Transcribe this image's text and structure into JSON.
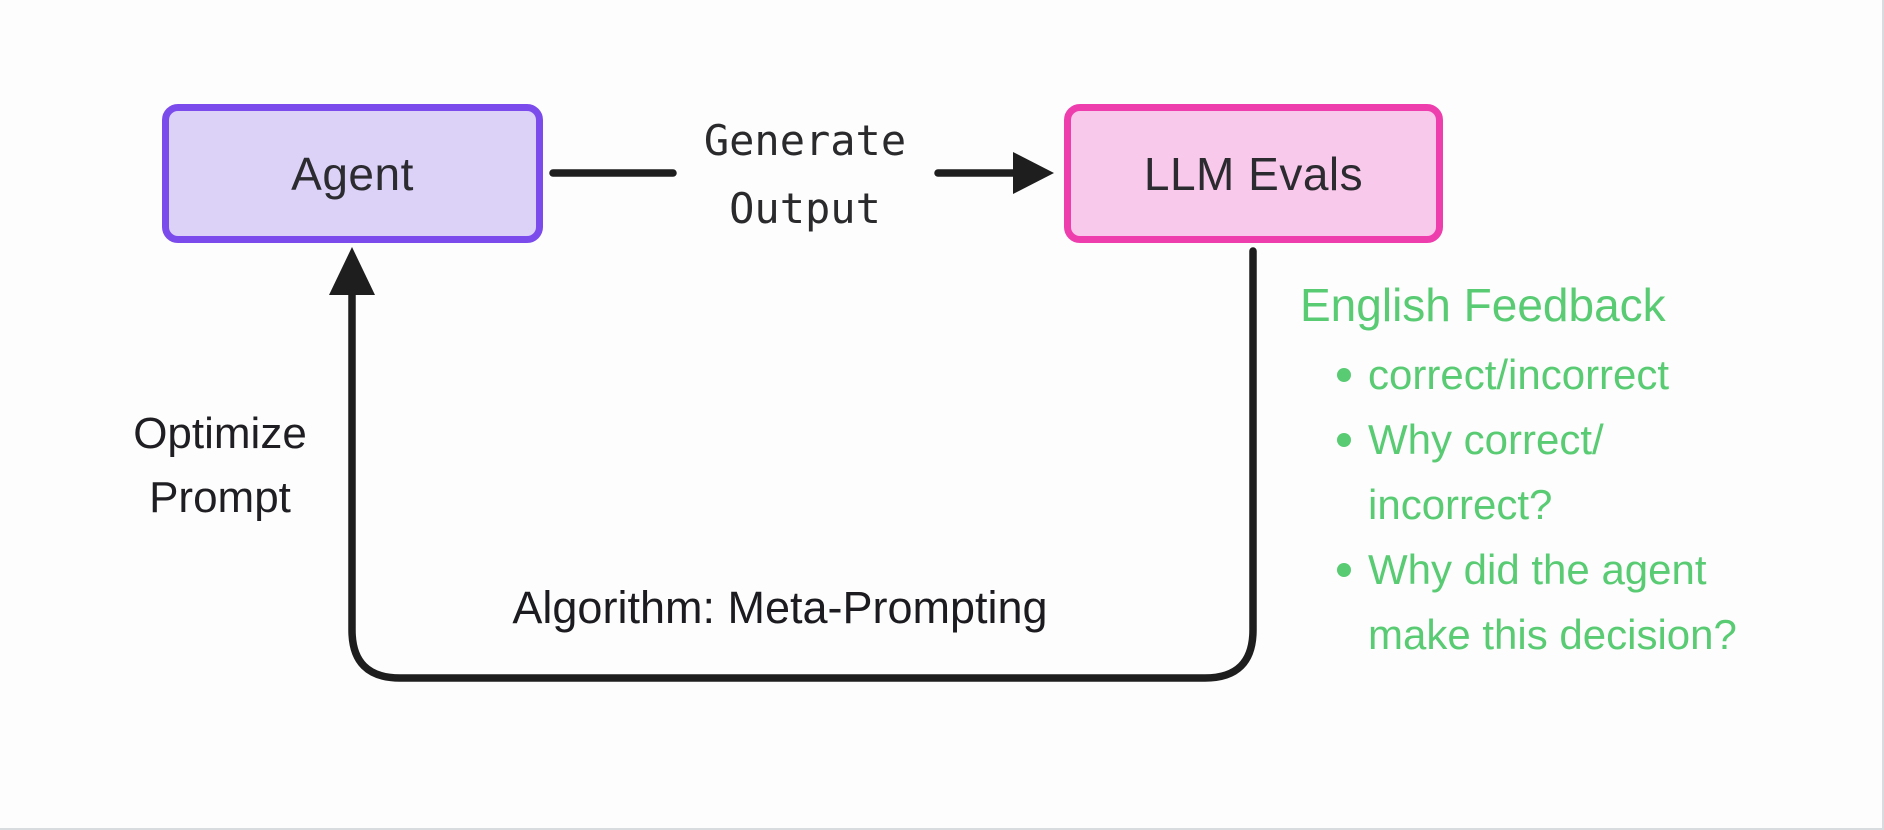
{
  "diagram": {
    "nodes": {
      "agent": {
        "label": "Agent",
        "border_color": "#7c4bec",
        "fill_color": "#dcd2f8"
      },
      "llm_evals": {
        "label": "LLM Evals",
        "border_color": "#ee3eae",
        "fill_color": "#f9c9ec"
      }
    },
    "edges": {
      "generate_output": {
        "label_line1": "Generate",
        "label_line2": "Output",
        "direction": "agent-to-llm-evals"
      },
      "optimize_prompt": {
        "label_line1": "Optimize",
        "label_line2": "Prompt",
        "direction": "llm-evals-to-agent"
      }
    },
    "annotation": {
      "algorithm_note": "Algorithm: Meta-Prompting"
    },
    "feedback": {
      "title": "English Feedback",
      "text_color": "#58cb73",
      "bullets": [
        {
          "lines": [
            "correct/incorrect",
            ""
          ]
        },
        {
          "lines": [
            "Why correct/",
            "incorrect?"
          ]
        },
        {
          "lines": [
            "Why did the agent",
            "make this decision?"
          ]
        }
      ]
    },
    "line_color": "#1e1e1e",
    "background_color": "#fdfdfd"
  }
}
